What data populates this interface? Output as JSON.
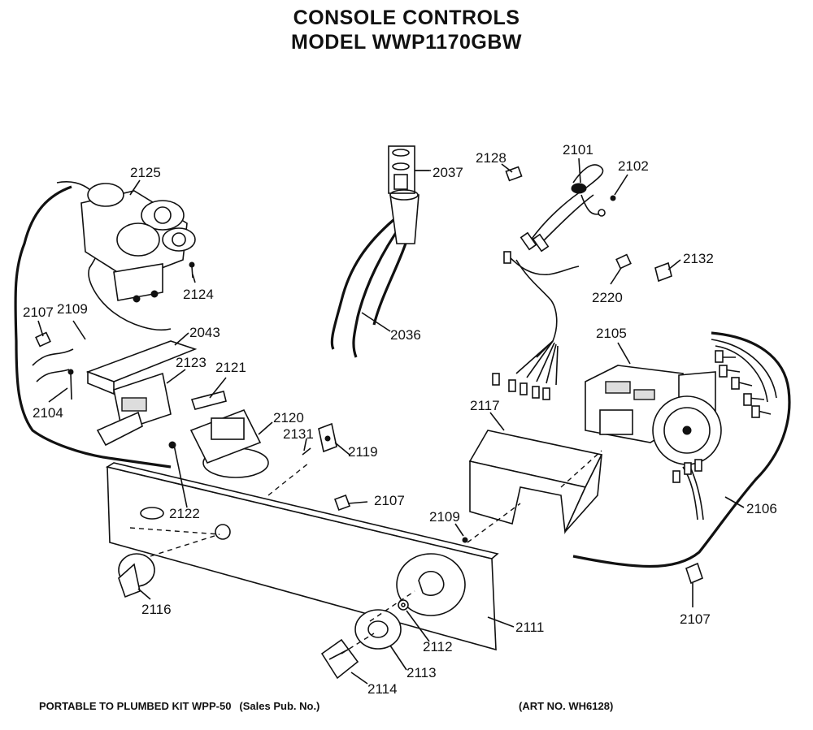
{
  "title": {
    "line1": "CONSOLE CONTROLS",
    "line2": "MODEL WWP1170GBW"
  },
  "parts": [
    {
      "id": "p2037",
      "label": "2037"
    },
    {
      "id": "p2128",
      "label": "2128"
    },
    {
      "id": "p2101",
      "label": "2101"
    },
    {
      "id": "p2102",
      "label": "2102"
    },
    {
      "id": "p2125",
      "label": "2125"
    },
    {
      "id": "p2124",
      "label": "2124"
    },
    {
      "id": "p2132",
      "label": "2132"
    },
    {
      "id": "p2220",
      "label": "2220"
    },
    {
      "id": "p2107a",
      "label": "2107"
    },
    {
      "id": "p2109a",
      "label": "2109"
    },
    {
      "id": "p2043",
      "label": "2043"
    },
    {
      "id": "p2036",
      "label": "2036"
    },
    {
      "id": "p2105",
      "label": "2105"
    },
    {
      "id": "p2123",
      "label": "2123"
    },
    {
      "id": "p2121",
      "label": "2121"
    },
    {
      "id": "p2104",
      "label": "2104"
    },
    {
      "id": "p2117",
      "label": "2117"
    },
    {
      "id": "p2120",
      "label": "2120"
    },
    {
      "id": "p2131",
      "label": "2131"
    },
    {
      "id": "p2119",
      "label": "2119"
    },
    {
      "id": "p2107b",
      "label": "2107"
    },
    {
      "id": "p2122",
      "label": "2122"
    },
    {
      "id": "p2109b",
      "label": "2109"
    },
    {
      "id": "p2106",
      "label": "2106"
    },
    {
      "id": "p2116",
      "label": "2116"
    },
    {
      "id": "p2111",
      "label": "2111"
    },
    {
      "id": "p2112",
      "label": "2112"
    },
    {
      "id": "p2107c",
      "label": "2107"
    },
    {
      "id": "p2113",
      "label": "2113"
    },
    {
      "id": "p2114",
      "label": "2114"
    }
  ],
  "footer": {
    "kit": "PORTABLE TO PLUMBED KIT WPP-50",
    "sales": "(Sales Pub. No.)",
    "art": "(ART NO. WH6128)"
  }
}
